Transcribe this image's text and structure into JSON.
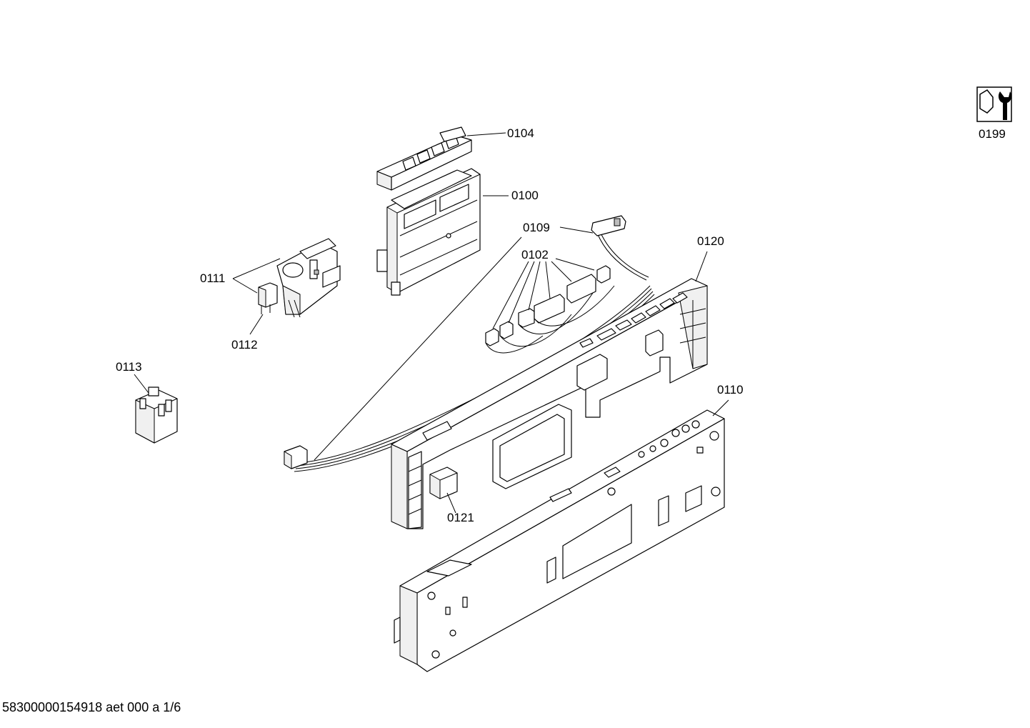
{
  "labels": {
    "p0104": "0104",
    "p0100": "0100",
    "p0109": "0109",
    "p0102": "0102",
    "p0120": "0120",
    "p0111": "0111",
    "p0112": "0112",
    "p0113": "0113",
    "p0110": "0110",
    "p0121": "0121",
    "p0199": "0199"
  },
  "footer": "58300000154918 aet 000 a 1/6",
  "icons": {
    "service_kit": "wrench-nut-icon"
  }
}
